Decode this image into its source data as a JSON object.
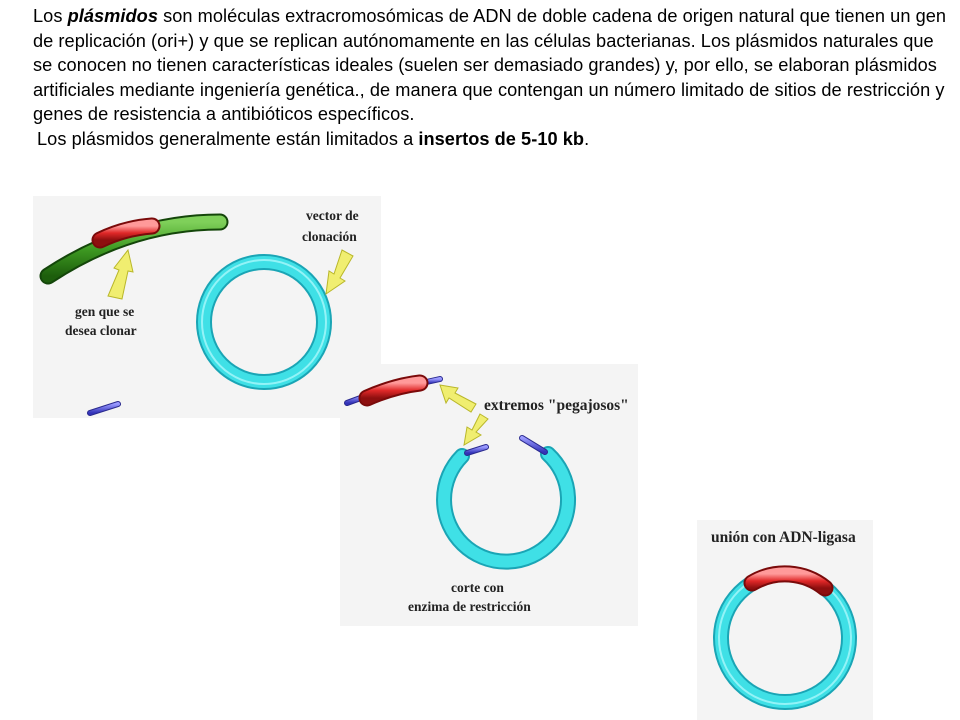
{
  "intro": {
    "p1_a": "Los ",
    "p1_term": "plásmidos",
    "p1_b": " son moléculas extracromosómicas de ADN de doble cadena de origen natural que tienen un gen de replicación (ori+) y que se replican autónomamente en las células bacterianas. Los plásmidos naturales que se conocen no tienen características ideales (suelen ser demasiado grandes) y, por ello, se elaboran plásmidos artificiales mediante ingeniería genética., de manera que contengan un número limitado de sitios de restricción y genes de resistencia a antibióticos específicos.",
    "p2_a": "Los plásmidos generalmente están limitados a ",
    "p2_bold": "insertos de 5-10 kb",
    "p2_b": "."
  },
  "labels": {
    "vector_1": "vector de",
    "vector_2": "clonación",
    "gene_1": "gen que se",
    "gene_2": "desea clonar",
    "sticky": "extremos \"pegajosos\"",
    "cut_1": "corte con",
    "cut_2": "enzima de restricción",
    "ligase": "unión con ADN-ligasa"
  },
  "colors": {
    "plasmid": "#3fe0e6",
    "plasmid_edge": "#1aa5b5",
    "insert": "#e03030",
    "chromosomal_dna": "#3a8f1a",
    "sticky_end": "#5a5ae0",
    "arrow": "#f0ee70"
  }
}
